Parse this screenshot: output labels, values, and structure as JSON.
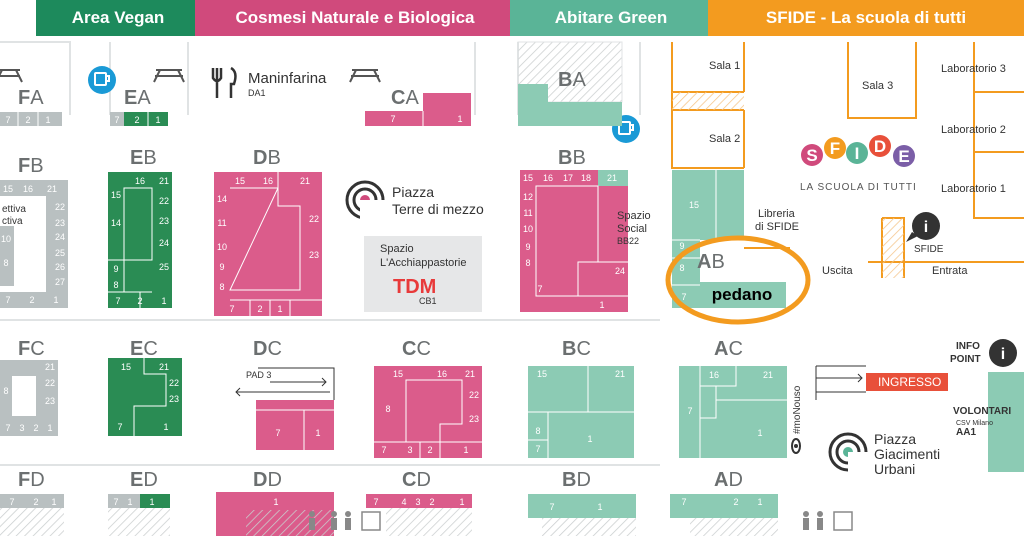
{
  "header": [
    {
      "label": "Area Vegan",
      "color": "#1d8a5c"
    },
    {
      "label": "Cosmesi Naturale e Biologica",
      "color": "#d04a7c"
    },
    {
      "label": "Abitare Green",
      "color": "#5ab497"
    },
    {
      "label": "SFIDE - La scuola di tutti",
      "color": "#f39b1f"
    }
  ],
  "colors": {
    "pink": "#db5c8b",
    "green": "#2a8c54",
    "teal": "#8ccbb4",
    "gray": "#b9c0c1",
    "orange": "#f39b1f",
    "red": "#e8503a",
    "dark": "#333333"
  },
  "areas": {
    "FA": "FA",
    "EA": "EA",
    "CA": "CA",
    "BA": "BA",
    "FB": "FB",
    "EB": "EB",
    "DB": "DB",
    "BB": "BB",
    "FC": "FC",
    "EC": "EC",
    "DC": "DC",
    "CC": "CC",
    "BC": "BC",
    "AC": "AC",
    "FD": "FD",
    "ED": "ED",
    "DD": "DD",
    "CD": "CD",
    "BD": "BD",
    "AD": "AD",
    "AB": "AB"
  },
  "places": {
    "maninfarina": "Maninfarina",
    "da1": "DA1",
    "piazza_terre_1": "Piazza",
    "piazza_terre_2": "Terre di mezzo",
    "spazio_acchiap_1": "Spazio",
    "spazio_acchiap_2": "L'Acchiappastorie",
    "tdm_logo": "TDM",
    "cb1": "CB1",
    "spazio_social_1": "Spazio",
    "spazio_social_2": "Social",
    "bb22": "BB22",
    "pad3": "PAD 3",
    "monouso": "#moNouso",
    "ingresso": "INGRESSO",
    "info_point_1": "INFO",
    "info_point_2": "POINT",
    "volontari": "VOLONTARI",
    "csv_milano": "CSV Milano",
    "aa1": "AA1",
    "piazza_giac_1": "Piazza",
    "piazza_giac_2": "Giacimenti",
    "piazza_giac_3": "Urbani",
    "sala1": "Sala 1",
    "sala2": "Sala 2",
    "sala3": "Sala 3",
    "lab3": "Laboratorio 3",
    "lab2": "Laboratorio 2",
    "lab1": "Laboratorio 1",
    "sfide_logo": "SFIDE",
    "sfide_tagline": "LA SCUOLA DI TUTTI",
    "libreria_1": "Libreria",
    "libreria_2": "di SFIDE",
    "sfide_info": "SFIDE",
    "uscita": "Uscita",
    "entrata": "Entrata",
    "fb_text_1": "ettiva",
    "fb_text_2": "ctiva"
  },
  "annotation": {
    "label": "pedano",
    "color": "#f39b1f"
  }
}
